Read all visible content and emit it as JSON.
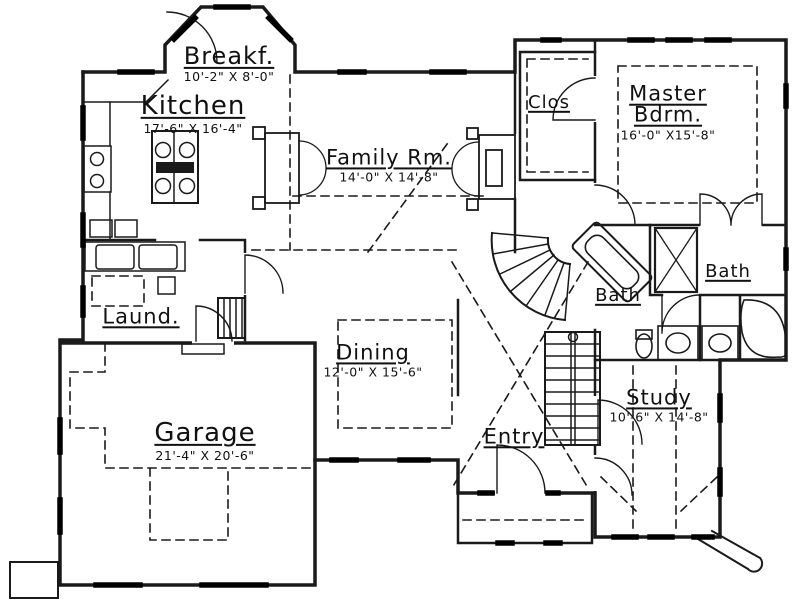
{
  "palette": {
    "background": "#ffffff",
    "line": "#1a1a1a"
  },
  "rooms": [
    {
      "id": "breakfast",
      "name": "Breakf.",
      "dims": "10'-2\" X 8'-0\""
    },
    {
      "id": "kitchen",
      "name": "Kitchen",
      "dims": "17'-6\" X 16'-4\""
    },
    {
      "id": "family",
      "name": "Family Rm.",
      "dims": "14'-0\" X 14'-8\""
    },
    {
      "id": "closet",
      "name": "Clos",
      "dims": ""
    },
    {
      "id": "master",
      "name": "Master Bdrm.",
      "dims": "16'-0\" X15'-8\""
    },
    {
      "id": "bath-hall",
      "name": "Bath",
      "dims": ""
    },
    {
      "id": "bath-master",
      "name": "Bath",
      "dims": ""
    },
    {
      "id": "laundry",
      "name": "Laund.",
      "dims": ""
    },
    {
      "id": "dining",
      "name": "Dining",
      "dims": "12'-0\" X 15'-6\""
    },
    {
      "id": "garage",
      "name": "Garage",
      "dims": "21'-4\" X 20'-6\""
    },
    {
      "id": "entry",
      "name": "Entry",
      "dims": ""
    },
    {
      "id": "study",
      "name": "Study",
      "dims": "10'-6\" X 14'-8\""
    }
  ]
}
